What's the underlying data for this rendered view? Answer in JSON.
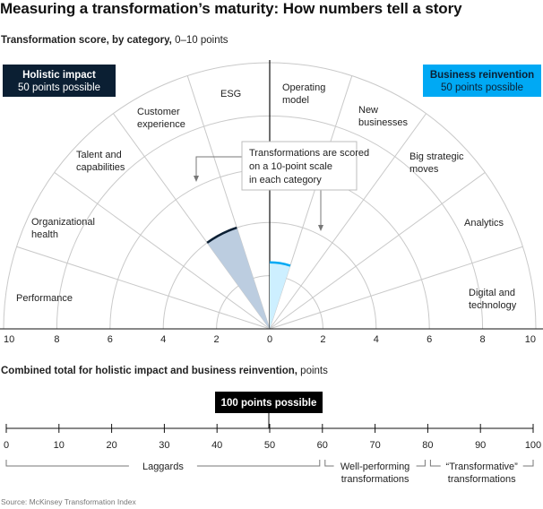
{
  "title": "Measuring a transformation’s maturity: How numbers tell a story",
  "subtitle_bold": "Transformation score, by category,",
  "subtitle_rest": " 0–10 points",
  "subtitle2_bold": "Combined total for holistic impact and business reinvention,",
  "subtitle2_rest": " points",
  "source": "Source: McKinsey Transformation Index",
  "colors": {
    "navy": "#0b1f33",
    "cyan": "#00a9f4",
    "left_fill": "#bccde0",
    "right_fill": "#cdefff",
    "grid": "#c9c9c9"
  },
  "chart_data": [
    {
      "type": "radial_bar",
      "title": "Transformation score, by category",
      "range": [
        0,
        10
      ],
      "ticks": [
        10,
        8,
        6,
        4,
        2,
        0,
        2,
        4,
        6,
        8,
        10
      ],
      "groups": [
        {
          "name": "Holistic impact",
          "note": "50 points possible",
          "categories": [
            "ESG",
            "Customer experience",
            "Talent and capabilities",
            "Organizational health",
            "Performance"
          ],
          "highlighted": "Customer experience",
          "highlighted_value": 4
        },
        {
          "name": "Business reinvention",
          "note": "50 points possible",
          "categories": [
            "Operating model",
            "New businesses",
            "Big strategic moves",
            "Analytics",
            "Digital and technology"
          ],
          "highlighted": "Operating model",
          "highlighted_value": 2.5
        }
      ],
      "annotation": "Transformations are scored on a 10-point scale in each category"
    },
    {
      "type": "scale",
      "title": "Combined total for holistic impact and business reinvention",
      "badge": "100 points possible",
      "range": [
        0,
        100
      ],
      "ticks": [
        0,
        10,
        20,
        30,
        40,
        50,
        60,
        70,
        80,
        90,
        100
      ],
      "bands": [
        {
          "label": "Laggards",
          "from": 0,
          "to": 60
        },
        {
          "label": "Well-performing transformations",
          "from": 60,
          "to": 80
        },
        {
          "label": "“Transformative” transformations",
          "from": 80,
          "to": 100
        }
      ]
    }
  ]
}
